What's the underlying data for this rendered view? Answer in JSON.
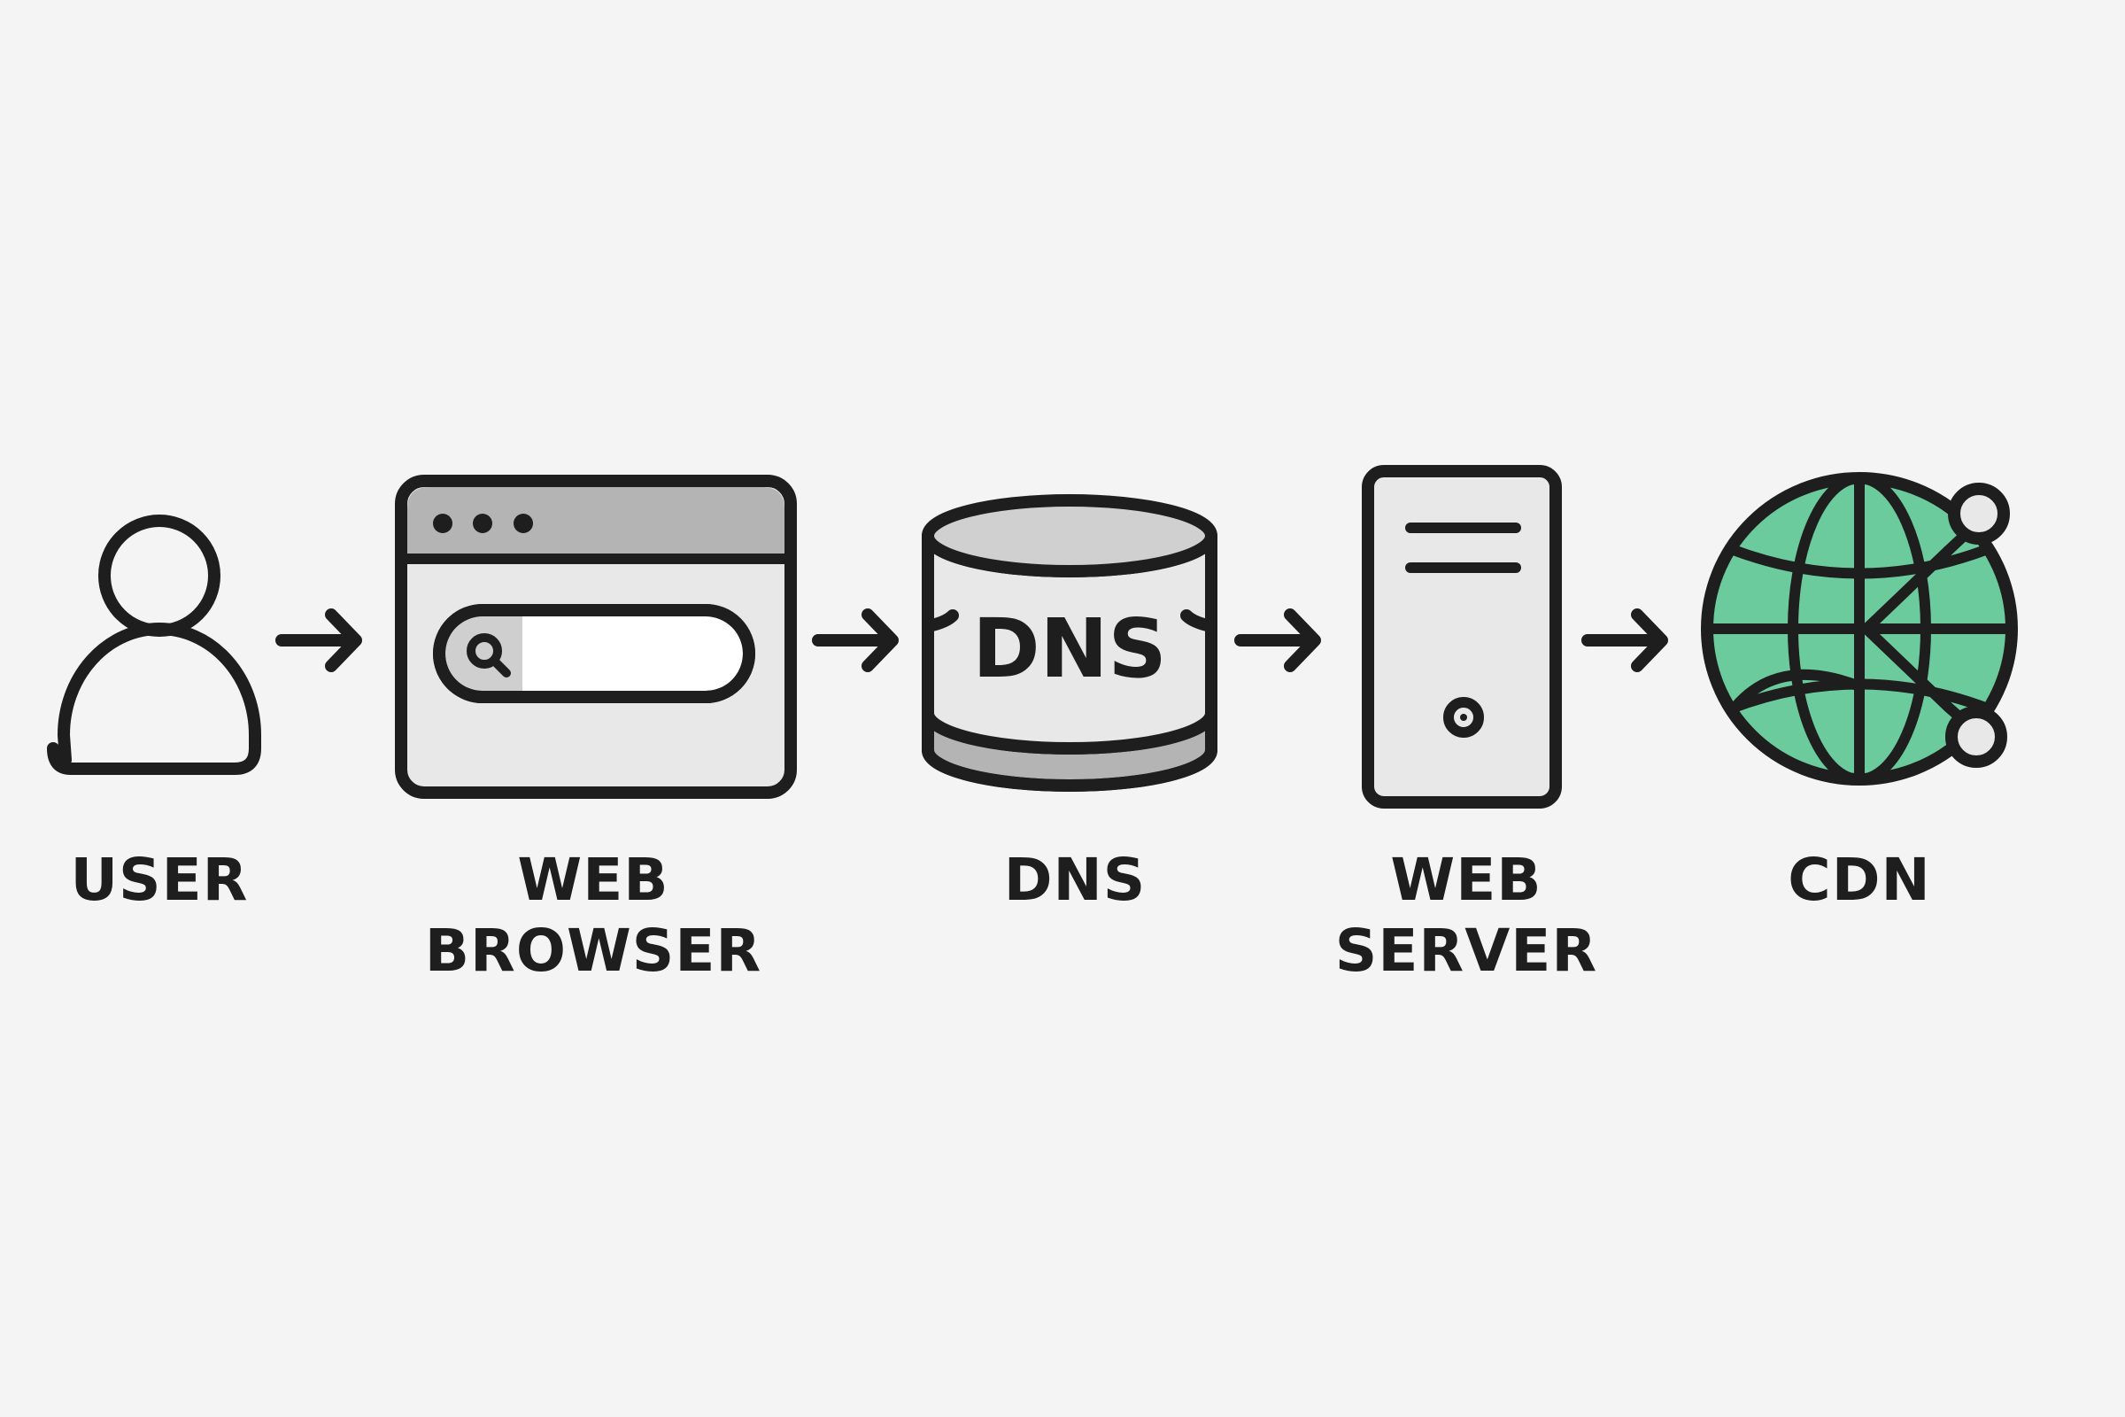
{
  "accent": "#6ccb9c",
  "ink": "#1e1e1e",
  "fill_light": "#e8e8e8",
  "fill_mid": "#b4b4b4",
  "nodes": {
    "user": {
      "icon": "user-icon",
      "label_lines": [
        "USER"
      ]
    },
    "browser": {
      "icon": "browser-window-icon",
      "label_lines": [
        "WEB",
        "BROWSER"
      ]
    },
    "dns": {
      "icon": "database-icon",
      "icon_text": "DNS",
      "label_lines": [
        "DNS"
      ]
    },
    "server": {
      "icon": "server-tower-icon",
      "label_lines": [
        "WEB",
        "SERVER"
      ]
    },
    "cdn": {
      "icon": "globe-network-icon",
      "label_lines": [
        "CDN"
      ]
    }
  }
}
